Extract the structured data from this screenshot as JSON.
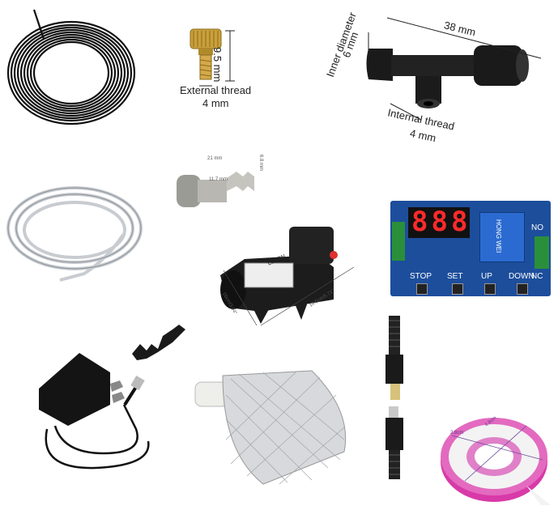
{
  "nozzle": {
    "height_label": "9.5 mm",
    "thread_label_line1": "External thread",
    "thread_label_line2": "4 mm"
  },
  "tee_connector": {
    "length_label": "38 mm",
    "diameter_label_line1": "Inner diameter",
    "diameter_label_line2": "6 mm",
    "thread_label_line1": "Internal thread",
    "thread_label_line2": "4 mm"
  },
  "quick_connector": {
    "length_label": "21 mm",
    "body_label": "11.7 mm",
    "end_label": "6.8 mm"
  },
  "pump": {
    "brand": "LEYDN",
    "height_label": "10cm/3.94\"",
    "length_label": "14.5cm/5.71\""
  },
  "relay_board": {
    "display": "888",
    "buttons": [
      "STOP",
      "SET",
      "UP",
      "DOWN"
    ],
    "brand": "HONG WEI",
    "no_label": "NO",
    "nc_label": "NC"
  },
  "teflon_tape": {
    "diameter_label": "4.8cm",
    "width_label": "2.8cm"
  }
}
